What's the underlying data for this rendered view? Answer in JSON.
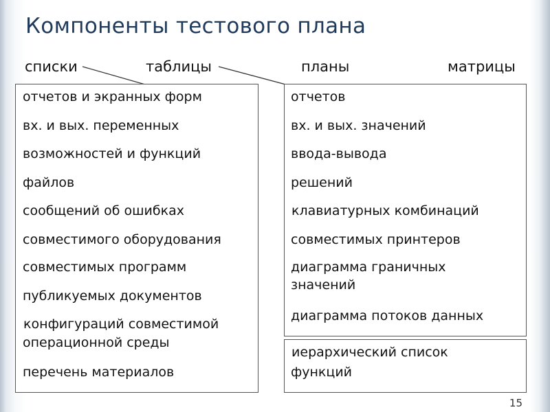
{
  "slide": {
    "title": "Компоненты тестового плана",
    "page_number": "15"
  },
  "categories": {
    "lists": "списки",
    "tables": "таблицы",
    "plans": "планы",
    "matrices": "матрицы"
  },
  "lists_box": {
    "items": [
      "отчетов и экранных форм",
      "вх. и вых. переменных",
      "возможностей и функций",
      "файлов",
      "сообщений об ошибках",
      "совместимого оборудования",
      "совместимых программ",
      "публикуемых документов",
      " конфигураций совместимой",
      "операционной среды",
      "перечень материалов"
    ]
  },
  "tables_box": {
    "items": [
      "отчетов",
      "вх. и вых. значений",
      "ввода-вывода",
      "решений",
      " клавиатурных комбинаций",
      "совместимых принтеров",
      "диаграмма граничных",
      "значений",
      "диаграмма потоков данных"
    ]
  },
  "plans_box": {
    "items": [
      " иерархический список",
      "функций"
    ]
  },
  "colors": {
    "title": "#1f3a5a",
    "text": "#111111",
    "box_border": "#555555"
  }
}
